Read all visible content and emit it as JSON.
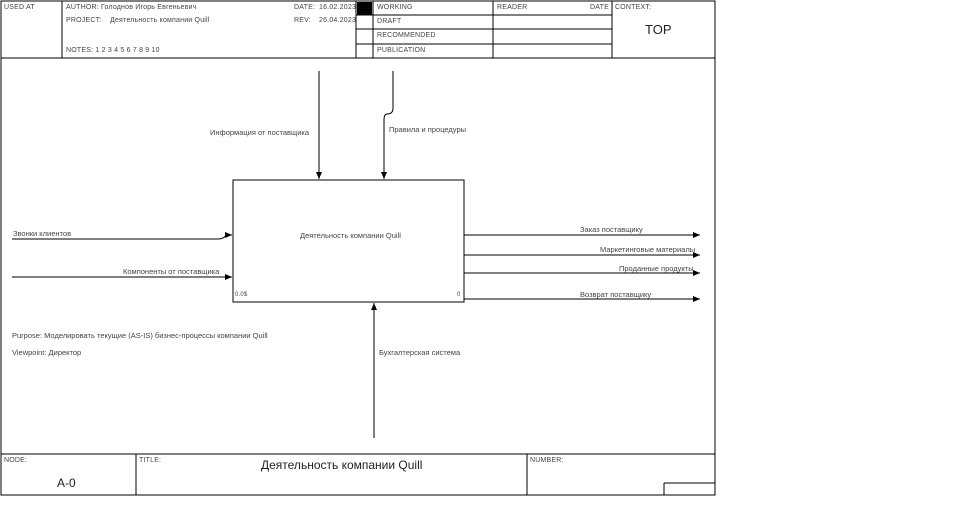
{
  "header": {
    "used_at": "USED AT",
    "author_label": "AUTHOR:",
    "author_value": "Голоднов Игорь Евгеньевич",
    "project_label": "PROJECT:",
    "project_value": "Деятельность компании Quill",
    "date_label": "DATE:",
    "date_value": "16.02.2023",
    "rev_label": "REV:",
    "rev_value": "26.04.2023",
    "notes": "NOTES: 1 2 3 4 5 6 7 8 9 10",
    "statuses": [
      "WORKING",
      "DRAFT",
      "RECOMMENDED",
      "PUBLICATION"
    ],
    "reader_label": "READER",
    "reader_date_label": "DATE",
    "context_label": "CONTEXT:",
    "context_value": "TOP"
  },
  "diagram": {
    "activity_label": "Деятельность компании Quill",
    "activity_cost": "0.0$",
    "activity_number": "0",
    "controls": [
      "Информация от поставщика",
      "Правила и процедуры"
    ],
    "inputs": [
      "Звонки клиентов",
      "Компоненты от поставщика"
    ],
    "outputs": [
      "Заказ поставщику",
      "Маркетинговые материалы",
      "Проданные продукты",
      "Возврат поставщику"
    ],
    "mechanism": "Бухгалтерская система",
    "purpose": "Purpose: Моделировать текущие (AS-IS) бизнес-процессы компании Quill",
    "viewpoint": "Viewpoint: Директор"
  },
  "footer": {
    "node_label": "NODE:",
    "node_value": "A-0",
    "title_label": "TITLE:",
    "title_value": "Деятельность компании Quill",
    "number_label": "NUMBER:"
  }
}
